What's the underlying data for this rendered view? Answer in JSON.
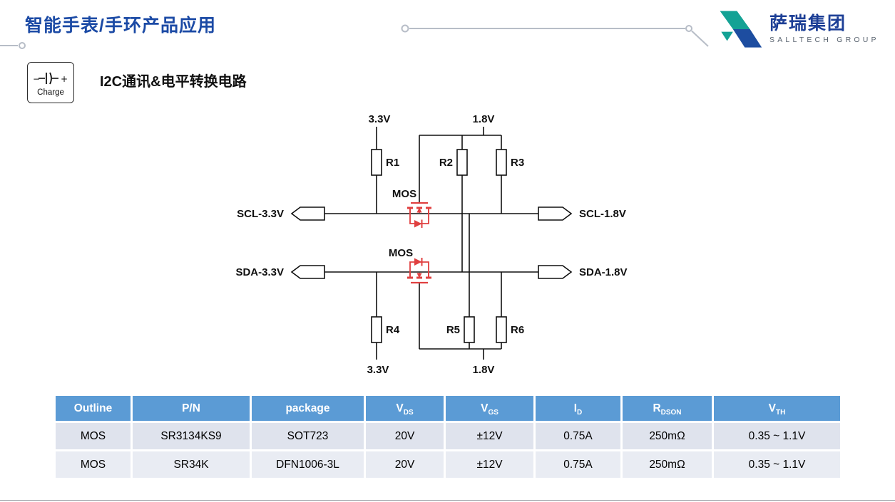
{
  "page": {
    "title": "智能手表/手环产品应用",
    "section_heading": "I2C通讯&电平转换电路"
  },
  "logo": {
    "name_cn": "萨瑞集团",
    "name_en": "SALLTECH GROUP"
  },
  "charge_icon": {
    "label": "Charge",
    "minus": "−",
    "plus": "+"
  },
  "circuit": {
    "rails": {
      "top_left": "3.3V",
      "top_right": "1.8V",
      "bottom_left": "3.3V",
      "bottom_right": "1.8V"
    },
    "resistors": [
      "R1",
      "R2",
      "R3",
      "R4",
      "R5",
      "R6"
    ],
    "mos_labels": [
      "MOS",
      "MOS"
    ],
    "ports": {
      "scl_left": "SCL-3.3V",
      "scl_right": "SCL-1.8V",
      "sda_left": "SDA-3.3V",
      "sda_right": "SDA-1.8V"
    }
  },
  "table": {
    "headers": [
      {
        "text": "Outline"
      },
      {
        "text": "P/N"
      },
      {
        "text": "package"
      },
      {
        "text": "V",
        "sub": "DS"
      },
      {
        "text": "V",
        "sub": "GS"
      },
      {
        "text": "I",
        "sub": "D"
      },
      {
        "text": "R",
        "sub": "DSON"
      },
      {
        "text": "V",
        "sub": "TH"
      }
    ],
    "rows": [
      {
        "cells": [
          "MOS",
          "SR3134KS9",
          "SOT723",
          "20V",
          "±12V",
          "0.75A",
          "250mΩ",
          "0.35 ~ 1.1V"
        ]
      },
      {
        "cells": [
          "MOS",
          "SR34K",
          "DFN1006-3L",
          "20V",
          "±12V",
          "0.75A",
          "250mΩ",
          "0.35 ~ 1.1V"
        ]
      }
    ]
  },
  "colors": {
    "title_blue": "#1b4aa5",
    "table_header_blue": "#5b9bd5",
    "mos_red": "#e04040",
    "logo_teal": "#14a295",
    "logo_blue": "#1d4da0"
  }
}
